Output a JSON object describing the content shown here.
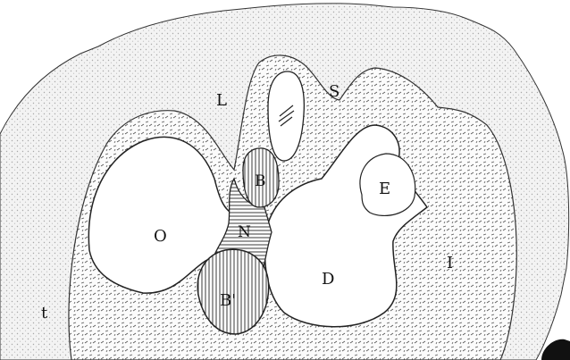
{
  "labels": {
    "L": "L",
    "S": "S",
    "B_upper": "B",
    "E": "E",
    "O": "O",
    "N": "N",
    "D": "D",
    "I": "I",
    "B_lower": "B'",
    "t": "t"
  },
  "colors": {
    "paper": "#ffffff",
    "stipple": "#c8c8c8",
    "dash": "#444444",
    "ink": "#111111",
    "shade": "#f1f1f1"
  }
}
